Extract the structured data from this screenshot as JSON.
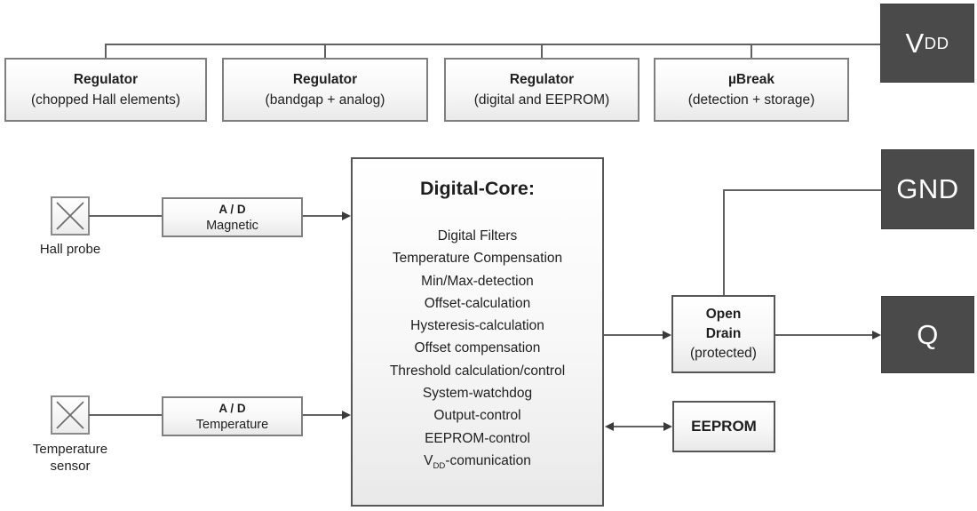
{
  "colors": {
    "background": "#ffffff",
    "pad_bg": "#4a4a4a",
    "pad_text": "#ffffff",
    "box_border": "#7f7f7f",
    "line": "#616161"
  },
  "regulators": [
    {
      "title": "Regulator",
      "subtitle": "(chopped Hall elements)"
    },
    {
      "title": "Regulator",
      "subtitle": "(bandgap + analog)"
    },
    {
      "title": "Regulator",
      "subtitle": "(digital and EEPROM)"
    },
    {
      "title": "µBreak",
      "subtitle": "(detection + storage)"
    }
  ],
  "pads": {
    "vdd": {
      "main": "V",
      "sub": "DD"
    },
    "gnd": "GND",
    "q": "Q"
  },
  "sensors": {
    "hall": {
      "label": "Hall probe"
    },
    "temperature": {
      "line1": "Temperature",
      "line2": "sensor"
    }
  },
  "adc": [
    {
      "title": "A / D",
      "subtitle": "Magnetic"
    },
    {
      "title": "A / D",
      "subtitle": "Temperature"
    }
  ],
  "core": {
    "title": "Digital-Core:",
    "items": [
      "Digital Filters",
      "Temperature Compensation",
      "Min/Max-detection",
      "Offset-calculation",
      "Hysteresis-calculation",
      "Offset compensation",
      "Threshold calculation/control",
      "System-watchdog",
      "Output-control",
      "EEPROM-control",
      {
        "pre": "V",
        "sub": "DD",
        "post": "-comunication"
      }
    ]
  },
  "output": {
    "open_drain": {
      "line1": "Open",
      "line2": "Drain",
      "line3": "(protected)"
    },
    "eeprom": "EEPROM"
  }
}
